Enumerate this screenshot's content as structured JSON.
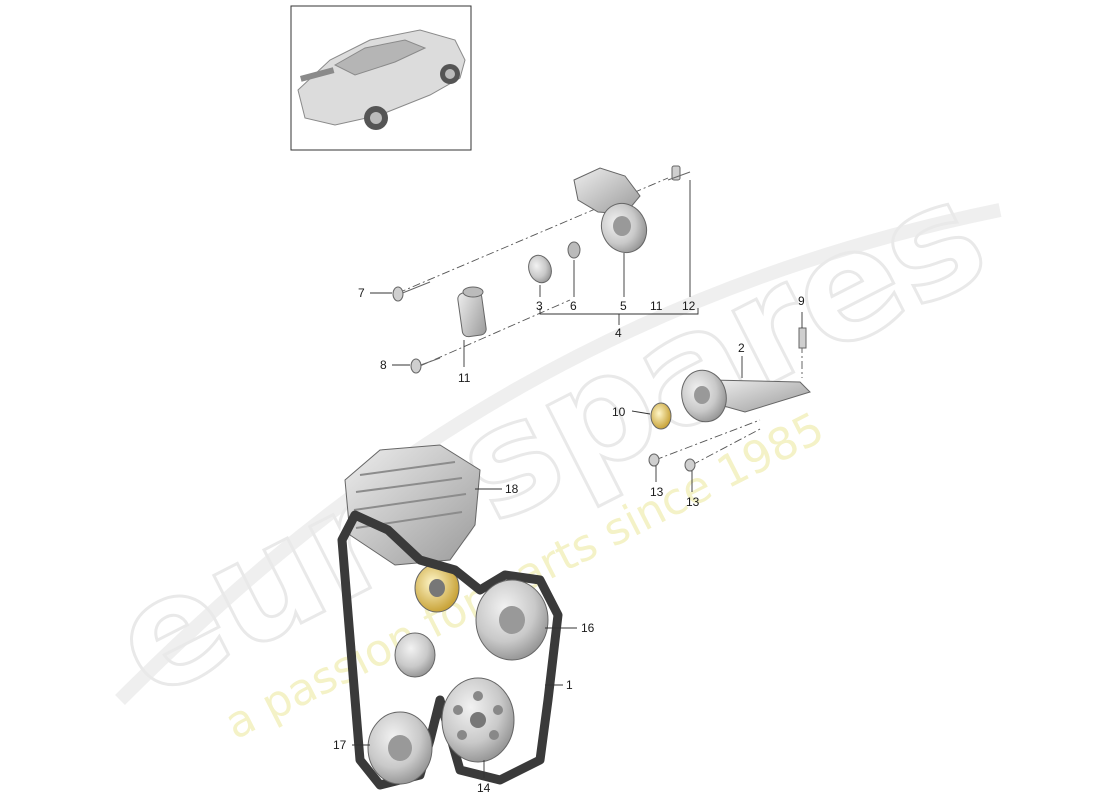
{
  "watermark": {
    "brand": "eurospares",
    "tagline": "a passion for parts since 1985"
  },
  "colors": {
    "background": "#ffffff",
    "part_fill": "#d4d4d4",
    "part_shade": "#a9a9a9",
    "watermark_brand": "#e9e9e9",
    "watermark_tagline": "#f4f2c7"
  },
  "callouts": {
    "c1": "1",
    "c2": "2",
    "c3": "3",
    "c4": "4",
    "c5": "5",
    "c6": "6",
    "c7": "7",
    "c8": "8",
    "c9": "9",
    "c10": "10",
    "c11a": "11",
    "c11b": "11",
    "c12": "12",
    "c13a": "13",
    "c13b": "13",
    "c14": "14",
    "c16": "16",
    "c17": "17",
    "c18": "18"
  },
  "icons": {
    "thumbnail": "car-thumbnail-icon"
  }
}
